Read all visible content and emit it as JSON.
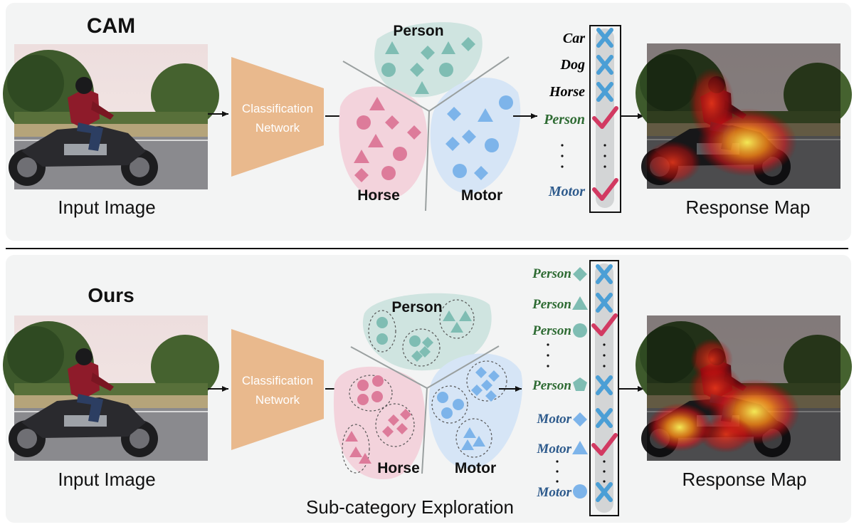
{
  "top_panel": {
    "title": "CAM",
    "input_caption": "Input Image",
    "network_label_line1": "Classification",
    "network_label_line2": "Network",
    "cluster_labels": {
      "person": "Person",
      "horse": "Horse",
      "motor": "Motor"
    },
    "class_list": [
      {
        "label": "Car",
        "color": "#111111",
        "result": "cross"
      },
      {
        "label": "Dog",
        "color": "#111111",
        "result": "cross"
      },
      {
        "label": "Horse",
        "color": "#111111",
        "result": "cross"
      },
      {
        "label": "Person",
        "color": "#2e6b33",
        "result": "check"
      },
      {
        "label": "Motor",
        "color": "#2d5a8c",
        "result": "check"
      }
    ],
    "output_caption": "Response Map"
  },
  "bottom_panel": {
    "title": "Ours",
    "input_caption": "Input Image",
    "network_label_line1": "Classification",
    "network_label_line2": "Network",
    "cluster_labels": {
      "person": "Person",
      "horse": "Horse",
      "motor": "Motor"
    },
    "exploration_caption": "Sub-category Exploration",
    "class_list": [
      {
        "label": "Person",
        "shape": "diamond",
        "color": "#2e6b33",
        "result": "cross"
      },
      {
        "label": "Person",
        "shape": "triangle",
        "color": "#2e6b33",
        "result": "cross"
      },
      {
        "label": "Person",
        "shape": "circle",
        "color": "#2e6b33",
        "result": "check"
      },
      {
        "label": "Person",
        "shape": "pentagon",
        "color": "#2e6b33",
        "result": "cross"
      },
      {
        "label": "Motor",
        "shape": "diamond",
        "color": "#2d5a8c",
        "result": "cross"
      },
      {
        "label": "Motor",
        "shape": "triangle",
        "color": "#2d5a8c",
        "result": "check"
      },
      {
        "label": "Motor",
        "shape": "circle",
        "color": "#2d5a8c",
        "result": "cross"
      }
    ],
    "output_caption": "Response Map"
  },
  "colors": {
    "panel_bg": "#f3f4f4",
    "network": "#e9b98d",
    "person_cluster": "#cfe4e0",
    "person_shape": "#7fbdb3",
    "horse_cluster": "#f3d3dc",
    "horse_shape": "#dd7b9a",
    "motor_cluster": "#d6e5f6",
    "motor_shape": "#7db4ea",
    "cross": "#4b9fd6",
    "check": "#d23a62"
  }
}
